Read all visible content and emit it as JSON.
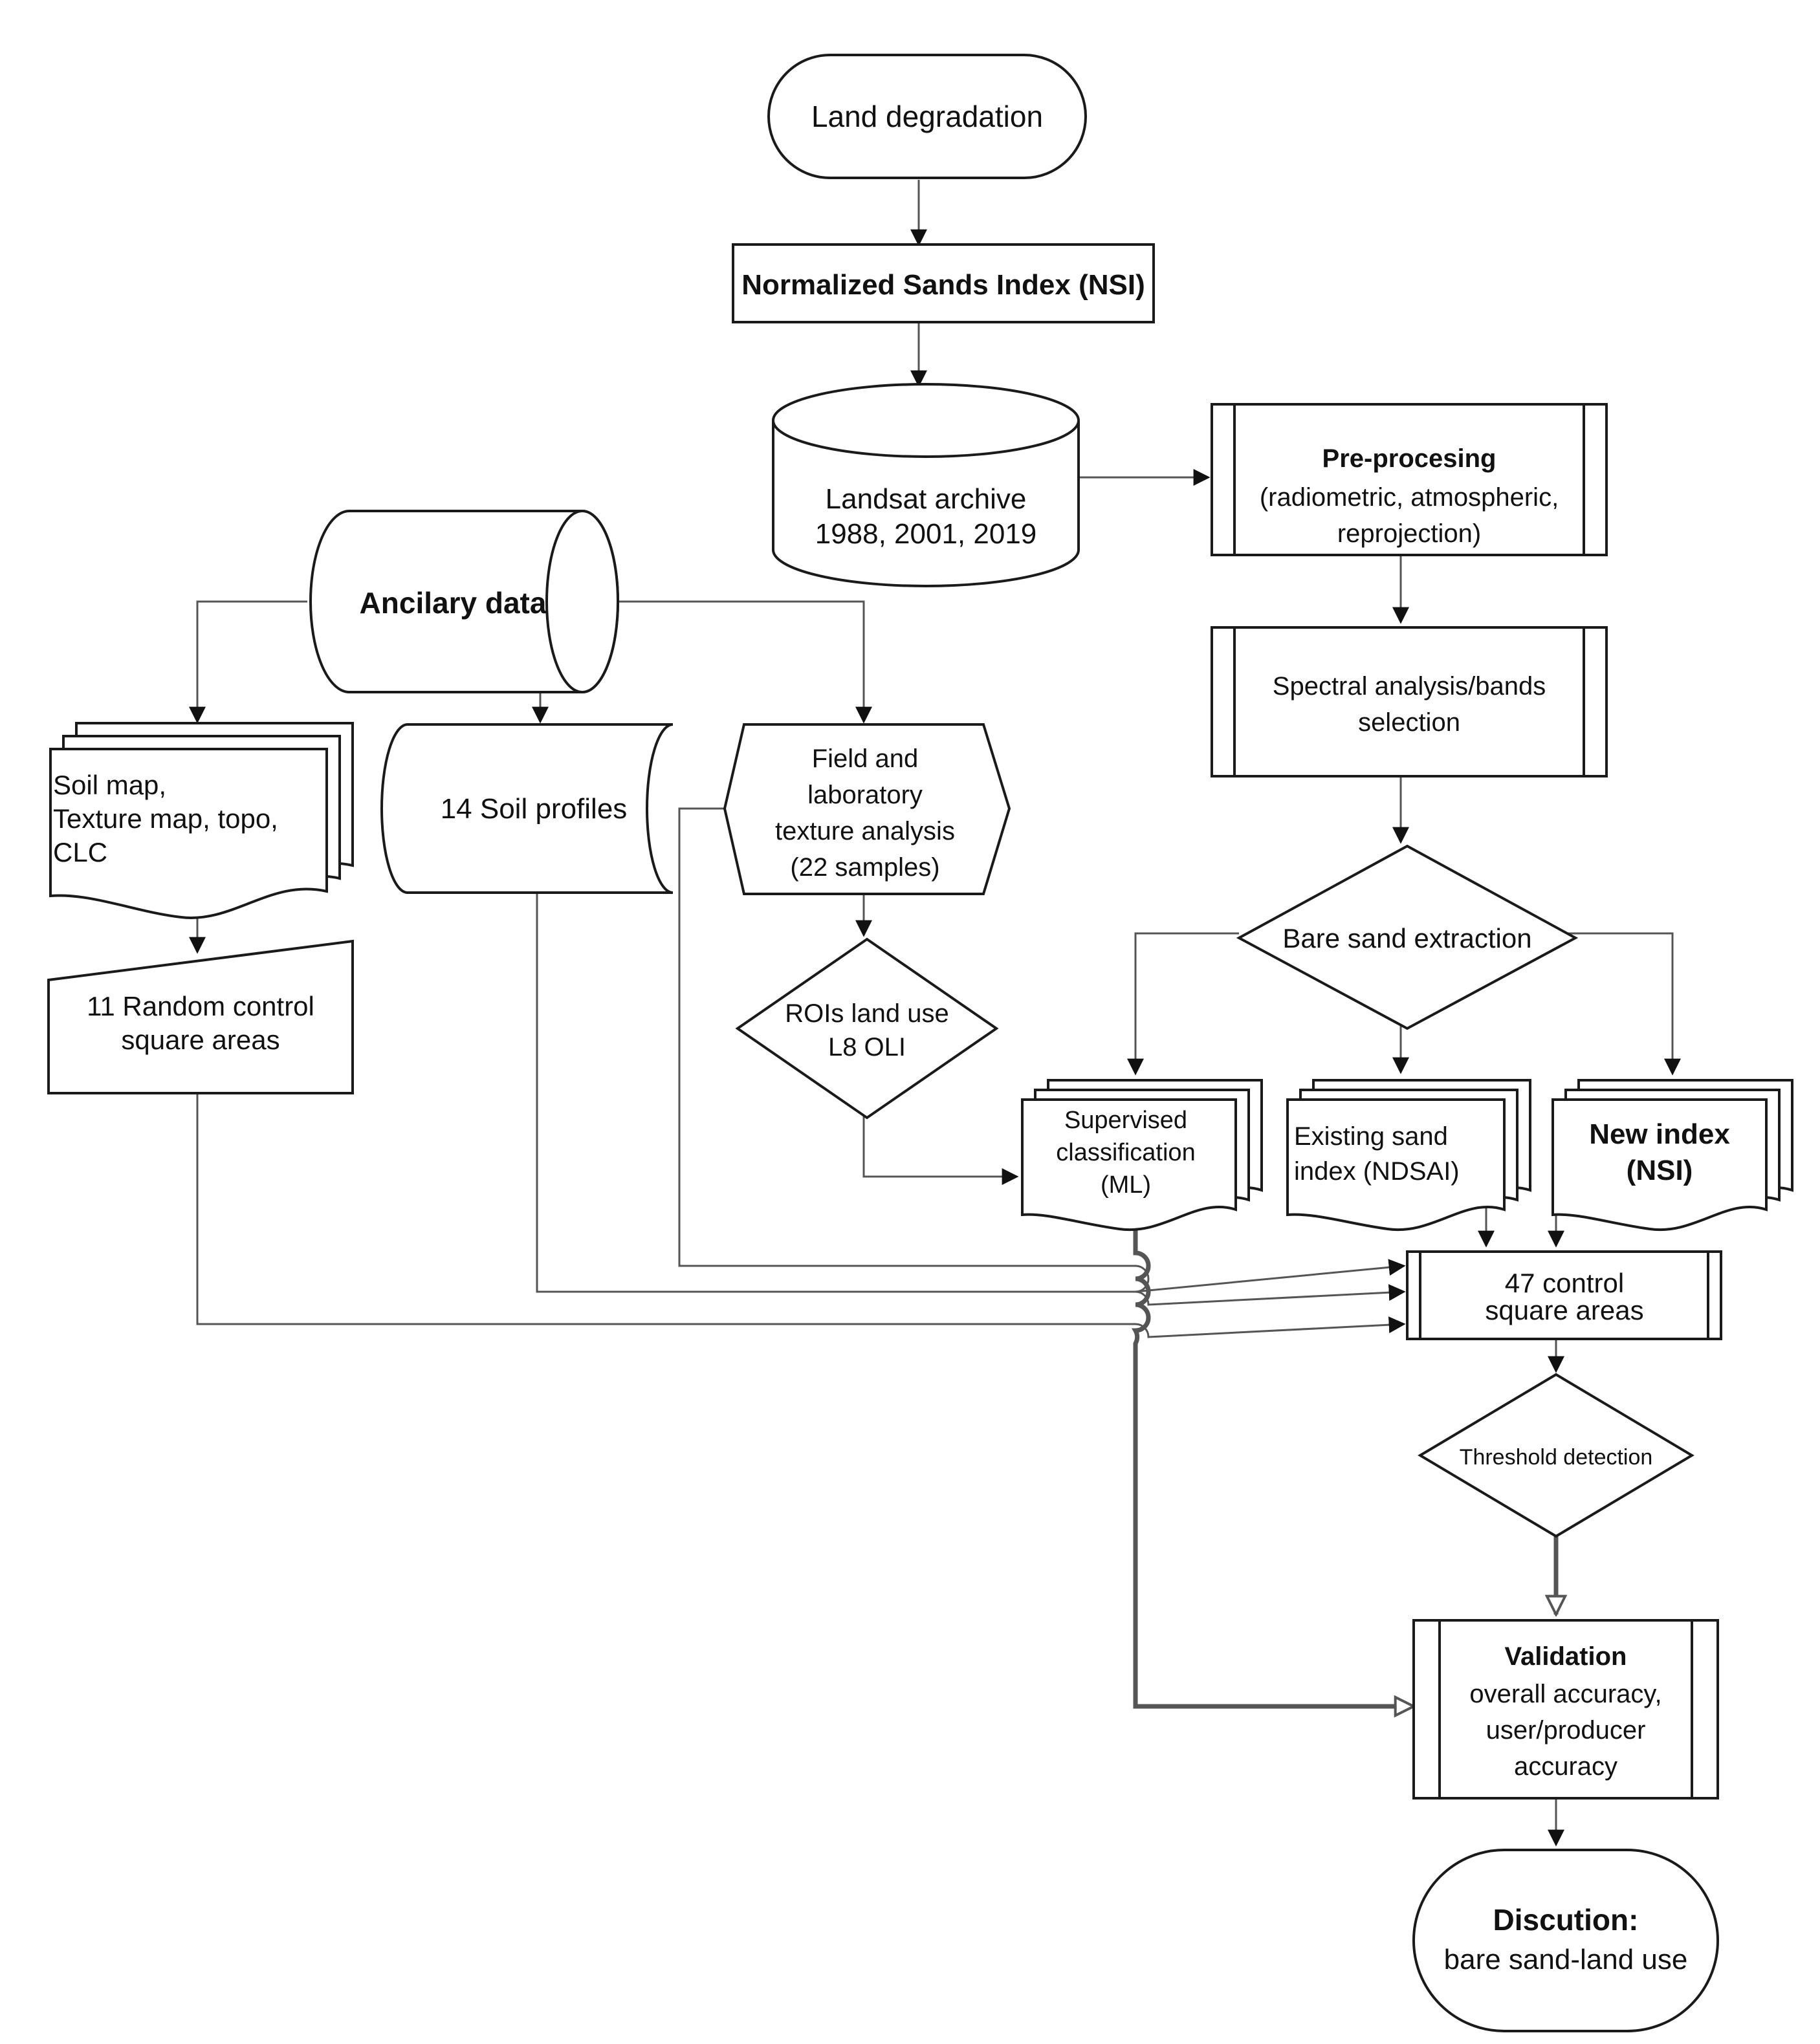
{
  "nodes": {
    "land_degradation": {
      "lines": [
        "Land degradation"
      ]
    },
    "nsi_title": {
      "lines": [
        "Normalized Sands Index (NSI)"
      ]
    },
    "landsat": {
      "lines": [
        "Landsat archive",
        "1988, 2001, 2019"
      ]
    },
    "preprocessing": {
      "title": "Pre-procesing",
      "lines": [
        "(radiometric, atmospheric,",
        "reprojection)"
      ]
    },
    "spectral": {
      "lines": [
        "Spectral analysis/bands",
        "selection"
      ]
    },
    "bare_sand": {
      "lines": [
        "Bare sand extraction"
      ]
    },
    "ancillary": {
      "lines": [
        "Ancilary data"
      ]
    },
    "soil_map": {
      "lines": [
        "Soil map,",
        "Texture map, topo,",
        "CLC"
      ]
    },
    "soil_profiles": {
      "lines": [
        "14 Soil profiles"
      ]
    },
    "field_lab": {
      "lines": [
        "Field and",
        "laboratory",
        "texture analysis",
        "(22 samples)"
      ]
    },
    "random_control": {
      "lines": [
        "11 Random control",
        "square areas"
      ]
    },
    "rois": {
      "lines": [
        "ROIs land use",
        "L8 OLI"
      ]
    },
    "supervised": {
      "lines": [
        "Supervised",
        "classification",
        "(ML)"
      ]
    },
    "existing_index": {
      "lines": [
        "Existing sand",
        "index (NDSAI)"
      ]
    },
    "new_index": {
      "lines": [
        "New index",
        "(NSI)"
      ]
    },
    "control47": {
      "lines": [
        "47 control",
        "square areas"
      ]
    },
    "threshold": {
      "lines": [
        "Threshold detection"
      ]
    },
    "validation": {
      "title": "Validation",
      "lines": [
        "overall accuracy,",
        "user/producer",
        "accuracy"
      ]
    },
    "discussion": {
      "title": "Discution:",
      "lines": [
        "bare sand-land use"
      ]
    }
  }
}
